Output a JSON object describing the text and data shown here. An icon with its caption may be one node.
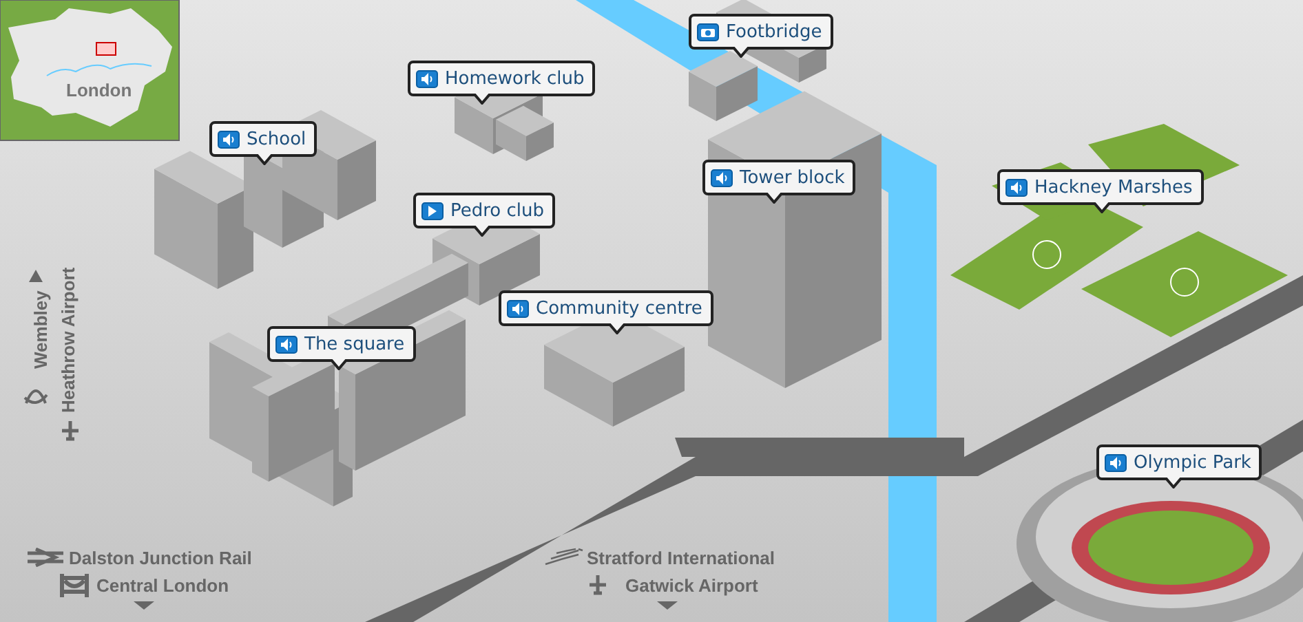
{
  "diagram": {
    "nodes": [
      {
        "text": [
          "Footbridge"
        ]
      },
      {
        "text": [
          "Homework club"
        ]
      },
      {
        "text": [
          "School"
        ]
      },
      {
        "text": [
          "Pedro club"
        ]
      },
      {
        "text": [
          "Tower block"
        ]
      },
      {
        "text": [
          "Hackney Marshes"
        ]
      },
      {
        "text": [
          "Community centre"
        ]
      },
      {
        "text": [
          "The square"
        ]
      },
      {
        "text": [
          "Olympic Park"
        ]
      }
    ],
    "labels": [
      "London",
      "Wembley",
      "Heathrow Airport",
      "Dalston Junction Rail",
      "Central London",
      "Stratford International",
      "Gatwick Airport"
    ]
  }
}
